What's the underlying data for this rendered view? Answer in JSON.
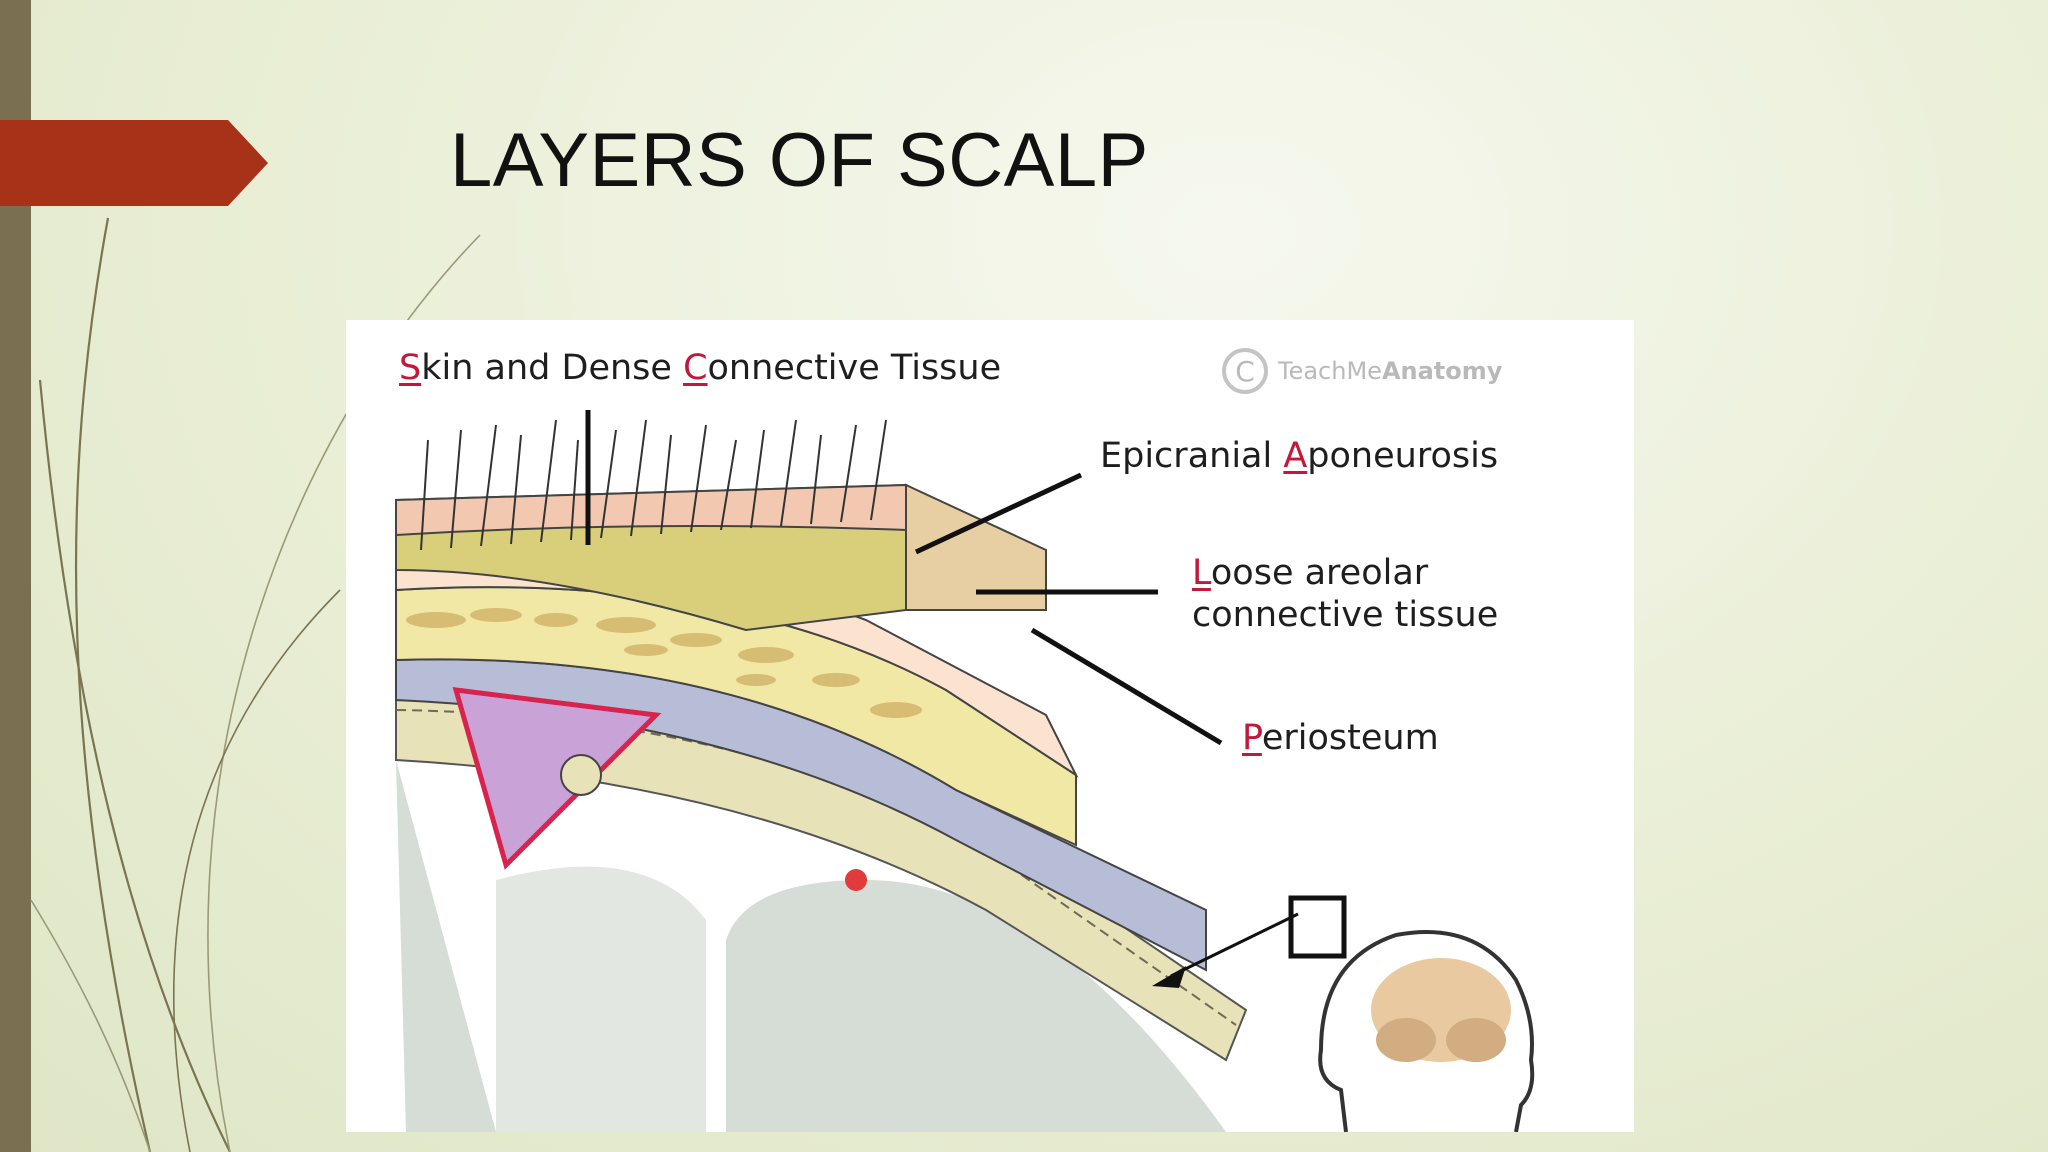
{
  "slide": {
    "title": "LAYERS OF SCALP"
  },
  "colors": {
    "accent_tab": "#a83218",
    "side_bar": "#7a6f50",
    "label_initial": "#c2183a"
  },
  "watermark": {
    "symbol": "C",
    "brand_light": "TeachMe",
    "brand_bold": "Anatomy"
  },
  "labels": {
    "skin": {
      "initial": "S",
      "pre": "kin and Dense ",
      "initial2": "C",
      "rest": "onnective Tissue"
    },
    "aponeurosis": {
      "pre": "Epicranial ",
      "initial": "A",
      "rest": "poneurosis"
    },
    "loose": {
      "initial": "L",
      "rest_line1": "oose areolar",
      "line2": "connective tissue"
    },
    "periosteum": {
      "initial": "P",
      "rest": "eriosteum"
    }
  },
  "icons": {
    "tab": "arrow-tab-icon",
    "copyright": "copyright-icon",
    "head_inset": "head-outline-icon"
  }
}
